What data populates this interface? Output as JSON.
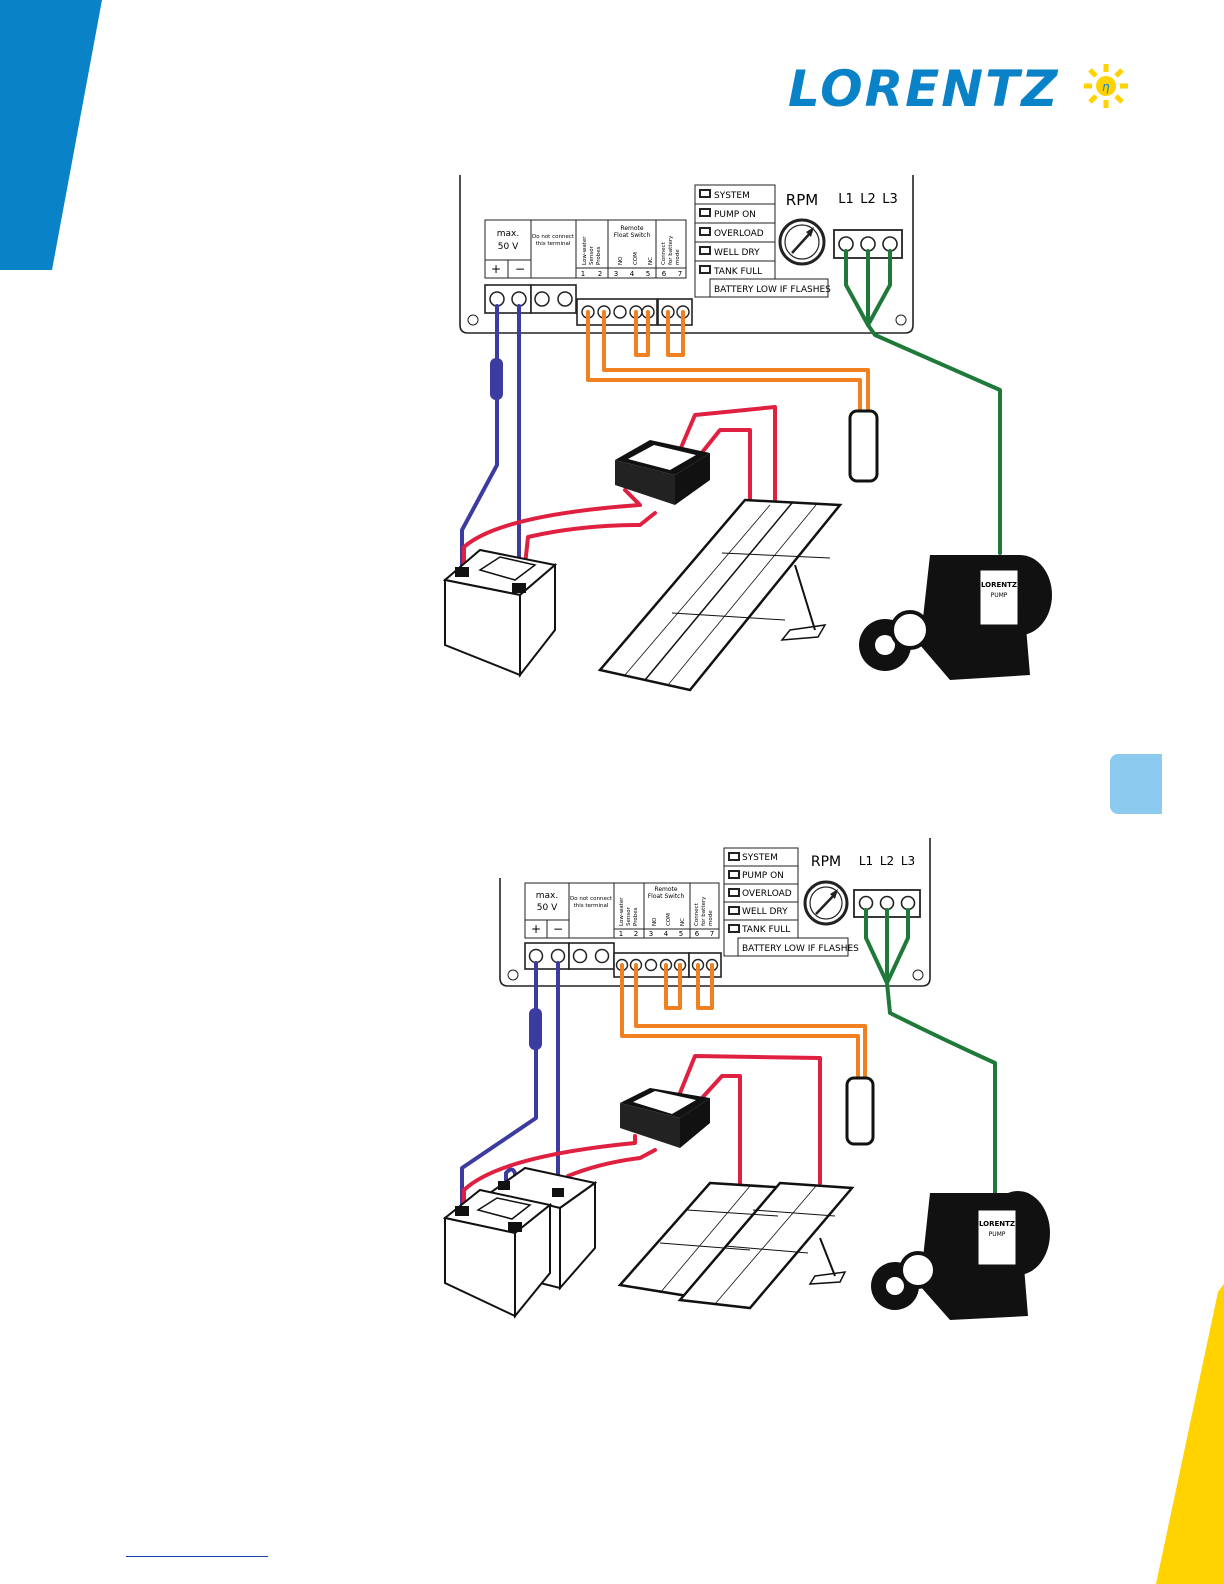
{
  "brand": {
    "name": "LORENTZ",
    "blue": "#0a82c8",
    "yellow": "#ffd200",
    "tab_color": "#8ccaf0"
  },
  "colors": {
    "battery_wire": "#3c3ca0",
    "solar_wire": "#e02040",
    "probe_wire": "#f08020",
    "motor_wire": "#1f7a3a"
  },
  "controller": {
    "voltage_label": "max.",
    "voltage_value": "50 V",
    "plus": "+",
    "minus": "−",
    "do_not_connect_1": "Do not connect",
    "do_not_connect_2": "this terminal",
    "remote_float_1": "Remote",
    "remote_float_2": "Float Switch",
    "low_water_1": "Low-water",
    "low_water_2": "Sensor",
    "low_water_3": "Probes",
    "no": "NO",
    "com": "COM",
    "nc": "NC",
    "battery_mode_1": "Connect",
    "battery_mode_2": "for battery",
    "battery_mode_3": "mode",
    "terminal_numbers": [
      "1",
      "2",
      "3",
      "4",
      "5",
      "6",
      "7"
    ],
    "rpm": "RPM",
    "l1": "L1",
    "l2": "L2",
    "l3": "L3",
    "status_leds": [
      "SYSTEM",
      "PUMP ON",
      "OVERLOAD",
      "WELL DRY",
      "TANK FULL"
    ],
    "battery_low": "BATTERY LOW IF FLASHES"
  },
  "pump": {
    "label_1": "LORENTZ",
    "label_2": "PUMP"
  }
}
